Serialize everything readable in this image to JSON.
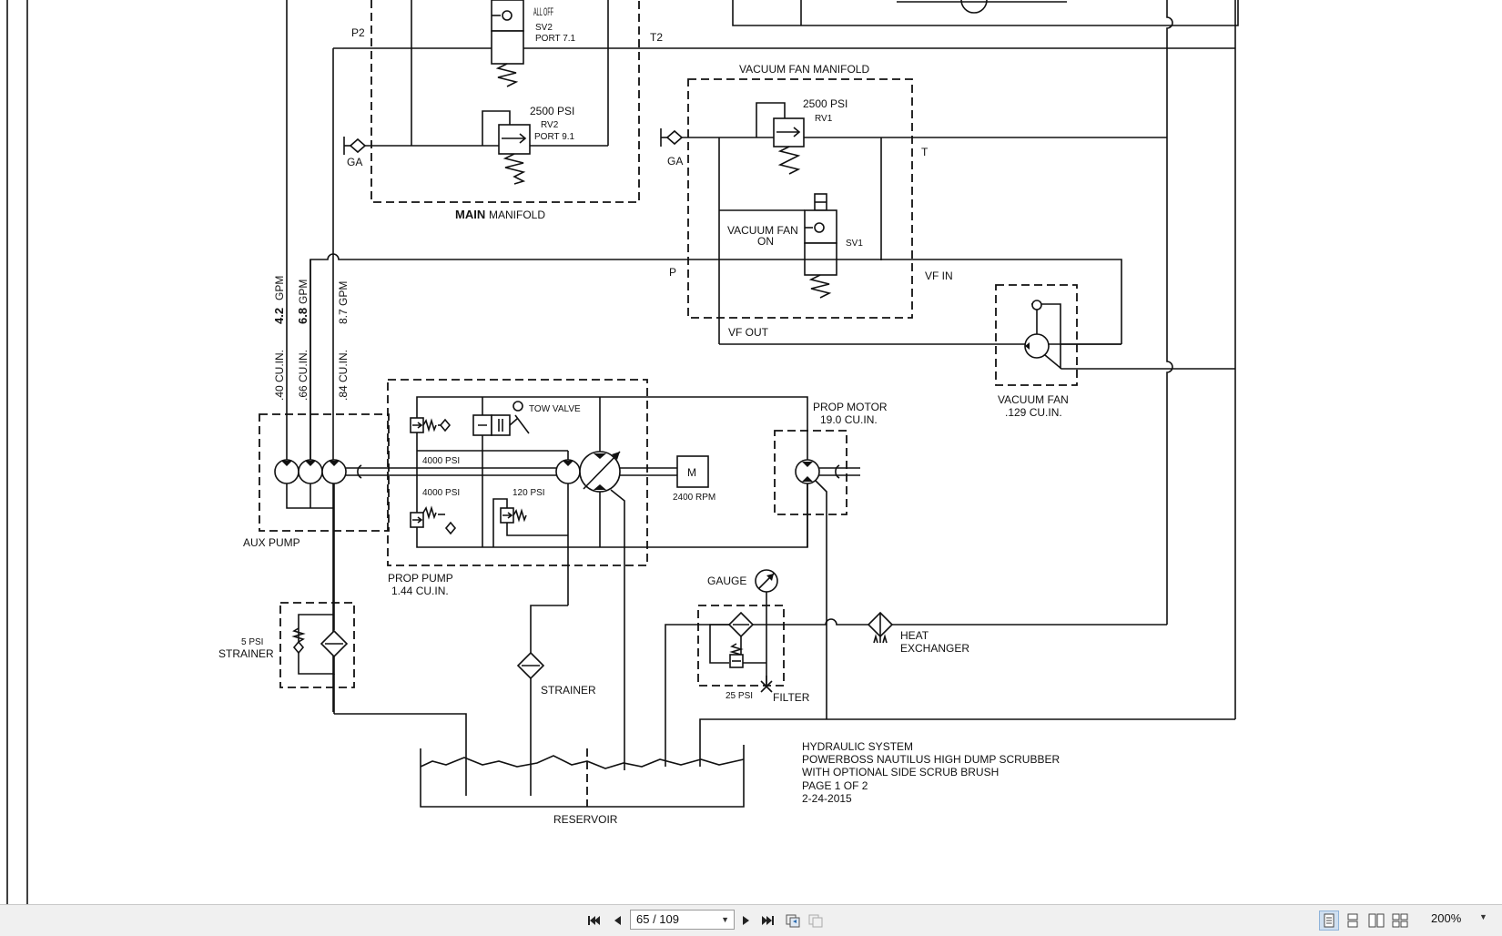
{
  "diagram": {
    "main_manifold": {
      "title_bold": "MAIN",
      "title": "MANIFOLD",
      "sv2_state": "ALL OFF",
      "sv2_id": "SV2",
      "sv2_port": "PORT 7.1",
      "rv2_psi": "2500 PSI",
      "rv2_id": "RV2",
      "rv2_port": "PORT 9.1",
      "port_p2": "P2",
      "port_t2": "T2",
      "gauge": "GA"
    },
    "vacuum_fan_manifold": {
      "title": "VACUUM FAN MANIFOLD",
      "rv1_psi": "2500 PSI",
      "rv1_id": "RV1",
      "sv1_label_1": "VACUUM FAN",
      "sv1_label_2": "ON",
      "sv1_id": "SV1",
      "port_p": "P",
      "port_t": "T",
      "vf_in": "VF IN",
      "vf_out": "VF OUT",
      "gauge": "GA"
    },
    "flow_labels": {
      "aux1_gpm_num": "4.2",
      "aux1_gpm_unit": "GPM",
      "aux1_disp": ".40 CU.IN.",
      "aux2_gpm_num": "6.8",
      "aux2_gpm_unit": "GPM",
      "aux2_disp": ".66 CU.IN.",
      "aux3_gpm": "8.7 GPM",
      "aux3_disp": ".84 CU.IN."
    },
    "aux_pump": "AUX PUMP",
    "prop_pump": {
      "label": "PROP PUMP",
      "disp": "1.44 CU.IN.",
      "tow_valve": "TOW VALVE",
      "relief_a": "4000 PSI",
      "relief_b": "4000 PSI",
      "charge": "120 PSI"
    },
    "motor": {
      "label": "M",
      "rpm": "2400 RPM"
    },
    "prop_motor": {
      "label": "PROP MOTOR",
      "disp": "19.0 CU.IN."
    },
    "vacuum_fan": {
      "label": "VACUUM FAN",
      "disp": ".129 CU.IN."
    },
    "strainer_5psi": {
      "psi": "5 PSI",
      "label": "STRAINER"
    },
    "strainer": "STRAINER",
    "gauge": "GAUGE",
    "filter": {
      "label": "FILTER",
      "psi": "25 PSI"
    },
    "heat_exchanger": {
      "line1": "HEAT",
      "line2": "EXCHANGER"
    },
    "reservoir": "RESERVOIR",
    "title_block": {
      "line1": "HYDRAULIC SYSTEM",
      "line2": "POWERBOSS NAUTILUS HIGH DUMP SCRUBBER",
      "line3": "WITH OPTIONAL SIDE SCRUB BRUSH",
      "line4": "PAGE 1 OF 2",
      "line5": "2-24-2015"
    }
  },
  "toolbar": {
    "page_indicator": "65 / 109",
    "zoom": "200%"
  }
}
